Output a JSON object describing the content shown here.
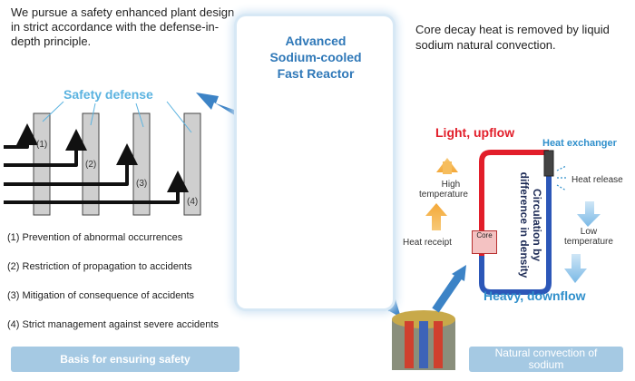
{
  "intro": "We pursue a safety enhanced plant design in strict accordance with the defense-in-depth principle.",
  "safety_defense": "Safety defense",
  "barrier_numbers": [
    "(1)",
    "(2)",
    "(3)",
    "(4)"
  ],
  "measures": [
    "(1) Prevention of abnormal occurrences",
    "(2) Restriction of propagation to accidents",
    "(3) Mitigation of consequence of accidents",
    "(4) Strict management against severe accidents"
  ],
  "basis_button": "Basis for ensuring safety",
  "reactor": {
    "title_line1": "Advanced",
    "title_line2": "Sodium-cooled",
    "title_line3": "Fast Reactor"
  },
  "natural": {
    "description": "Core decay heat is removed by liquid sodium natural convection.",
    "light_upflow": "Light, upflow",
    "heavy_downflow": "Heavy, downflow",
    "heat_exchanger": "Heat exchanger",
    "heat_release": "Heat release",
    "high_temperature_1": "High",
    "high_temperature_2": "temperature",
    "low_temperature_1": "Low",
    "low_temperature_2": "temperature",
    "heat_receipt": "Heat receipt",
    "core": "Core",
    "circulation": "Circulation by difference in density",
    "button_line1": "Natural convection of",
    "button_line2": "sodium"
  },
  "colors": {
    "accent_blue": "#2f78b8",
    "light_blue": "#5bb3e0",
    "button_bg": "#a5c9e3",
    "red": "#e21e2a"
  }
}
